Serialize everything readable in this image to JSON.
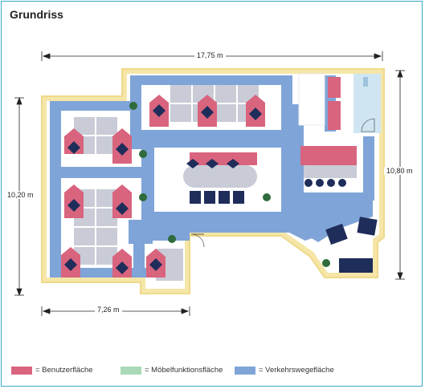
{
  "title": "Grundriss",
  "dimensions": {
    "top": "17,75 m",
    "left": "10,20 m",
    "right": "10,80 m",
    "bottom": "7,26 m"
  },
  "legend": [
    {
      "label": "= Benutzerfläche",
      "color": "#d9647e"
    },
    {
      "label": "= Möbelfunktionsfläche",
      "color": "#a9d9b6"
    },
    {
      "label": "= Verkehrswegefläche",
      "color": "#7fa4d8"
    }
  ],
  "colors": {
    "frame": "#3aa9c8",
    "wall": "#f5e6a8",
    "traffic": "#7fa4d8",
    "user": "#d9647e",
    "furniture": "#c9ccd6",
    "navy": "#1f2d5a",
    "plant": "#2f6b3c"
  }
}
